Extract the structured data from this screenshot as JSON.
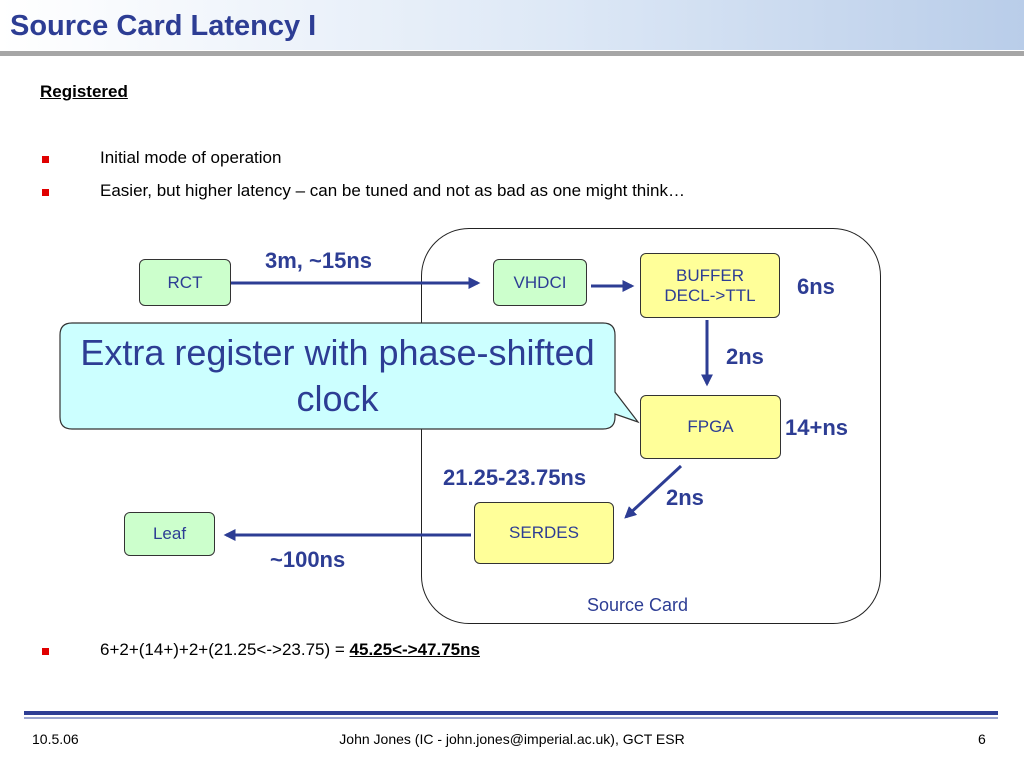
{
  "slide": {
    "title": "Source Card Latency I",
    "subheading": "Registered",
    "bullets": [
      "Initial mode of operation",
      "Easier, but higher latency – can be tuned and not as bad as one might think…"
    ],
    "formula_prefix": "6+2+(14+)+2+(21.25<->23.75) = ",
    "formula_result": "45.25<->47.75ns"
  },
  "diagram": {
    "boxes": {
      "rct": "RCT",
      "vhdci": "VHDCI",
      "buffer_line1": "BUFFER",
      "buffer_line2": "DECL->TTL",
      "fpga": "FPGA",
      "serdes": "SERDES",
      "leaf": "Leaf"
    },
    "labels": {
      "rct_to_vhdci": "3m, ~15ns",
      "buffer": "6ns",
      "buffer_to_fpga": "2ns",
      "fpga": "14+ns",
      "fpga_to_serdes": "2ns",
      "serdes": "21.25-23.75ns",
      "serdes_to_leaf": "~100ns"
    },
    "card_label": "Source Card",
    "callout": "Extra register with phase-shifted clock",
    "colors": {
      "text_blue": "#2d3d94",
      "green_box": "#ccffcc",
      "yellow_box": "#ffff99",
      "callout_fill": "#ccffff",
      "bullet_red": "#e00000"
    }
  },
  "footer": {
    "date": "10.5.06",
    "author": "John Jones (IC - john.jones@imperial.ac.uk), GCT ESR",
    "page": "6"
  }
}
